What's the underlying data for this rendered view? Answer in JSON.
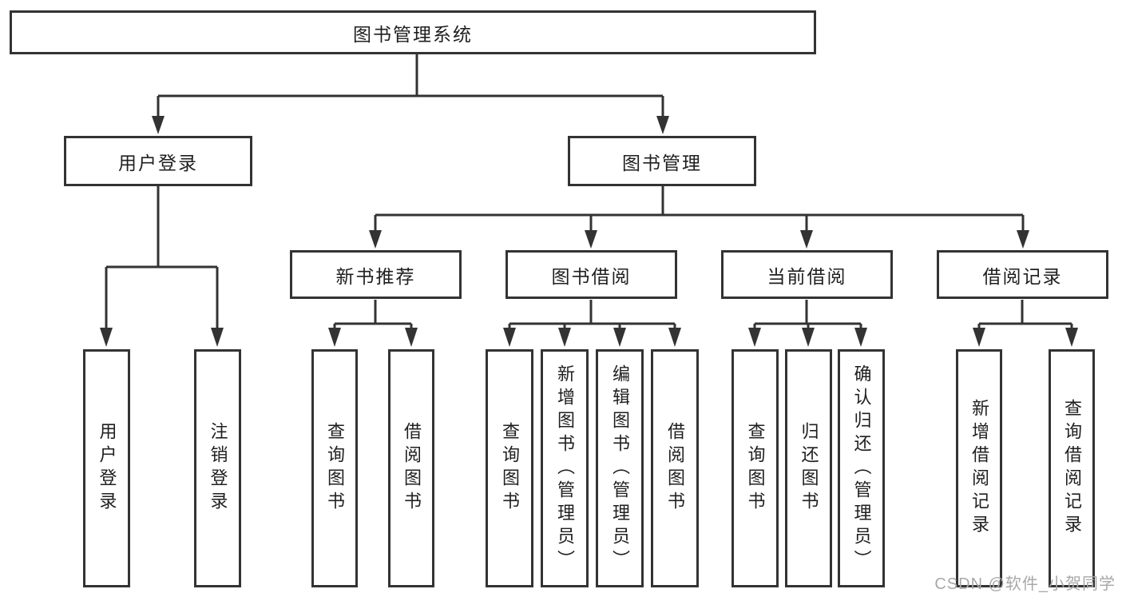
{
  "diagram_title": "图书管理系统",
  "tree": {
    "root": {
      "label": "图书管理系统"
    },
    "level2": [
      {
        "label": "用户登录",
        "children": [
          {
            "label": "用户登录"
          },
          {
            "label": "注销登录"
          }
        ]
      },
      {
        "label": "图书管理",
        "children": [
          {
            "label": "新书推荐",
            "children": [
              {
                "label": "查询图书"
              },
              {
                "label": "借阅图书"
              }
            ]
          },
          {
            "label": "图书借阅",
            "children": [
              {
                "label": "查询图书"
              },
              {
                "label": "新增图书（管理员）"
              },
              {
                "label": "编辑图书（管理员）"
              },
              {
                "label": "借阅图书"
              }
            ]
          },
          {
            "label": "当前借阅",
            "children": [
              {
                "label": "查询图书"
              },
              {
                "label": "归还图书"
              },
              {
                "label": "确认归还（管理员）"
              }
            ]
          },
          {
            "label": "借阅记录",
            "children": [
              {
                "label": "新增借阅记录"
              },
              {
                "label": "查询借阅记录"
              }
            ]
          }
        ]
      }
    ]
  },
  "watermark": {
    "text": "CSDN @软件_小贺同学"
  },
  "colors": {
    "line": "#333333",
    "ink": "#1f1f1f",
    "background": "#ffffff",
    "watermark": "#a8a8a8"
  }
}
